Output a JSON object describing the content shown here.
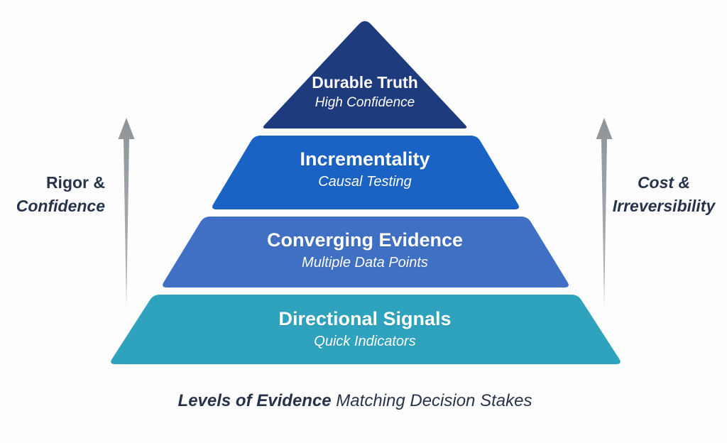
{
  "diagram": {
    "levels": [
      {
        "name": "durable-truth",
        "title": "Durable Truth",
        "subtitle": "High Confidence",
        "color": "#1e3b7d"
      },
      {
        "name": "incrementality",
        "title": "Incrementality",
        "subtitle": "Causal Testing",
        "color": "#1a63c4"
      },
      {
        "name": "converging-evidence",
        "title": "Converging Evidence",
        "subtitle": "Multiple Data Points",
        "color": "#4070c4"
      },
      {
        "name": "directional-signals",
        "title": "Directional Signals",
        "subtitle": "Quick Indicators",
        "color": "#2fa3bd"
      }
    ],
    "left_axis": {
      "line1": "Rigor &",
      "line2": "Confidence"
    },
    "right_axis": {
      "line1": "Cost &",
      "line2": "Irreversibility"
    },
    "caption": {
      "emphasis": "Levels of Evidence",
      "rest": " Matching Decision Stakes"
    },
    "colors": {
      "arrow_top": "#8f9498",
      "arrow_bottom": "#b4b7ba",
      "label_text": "#273349",
      "level_text": "#ffffff",
      "background": "#fdfdfd"
    }
  }
}
